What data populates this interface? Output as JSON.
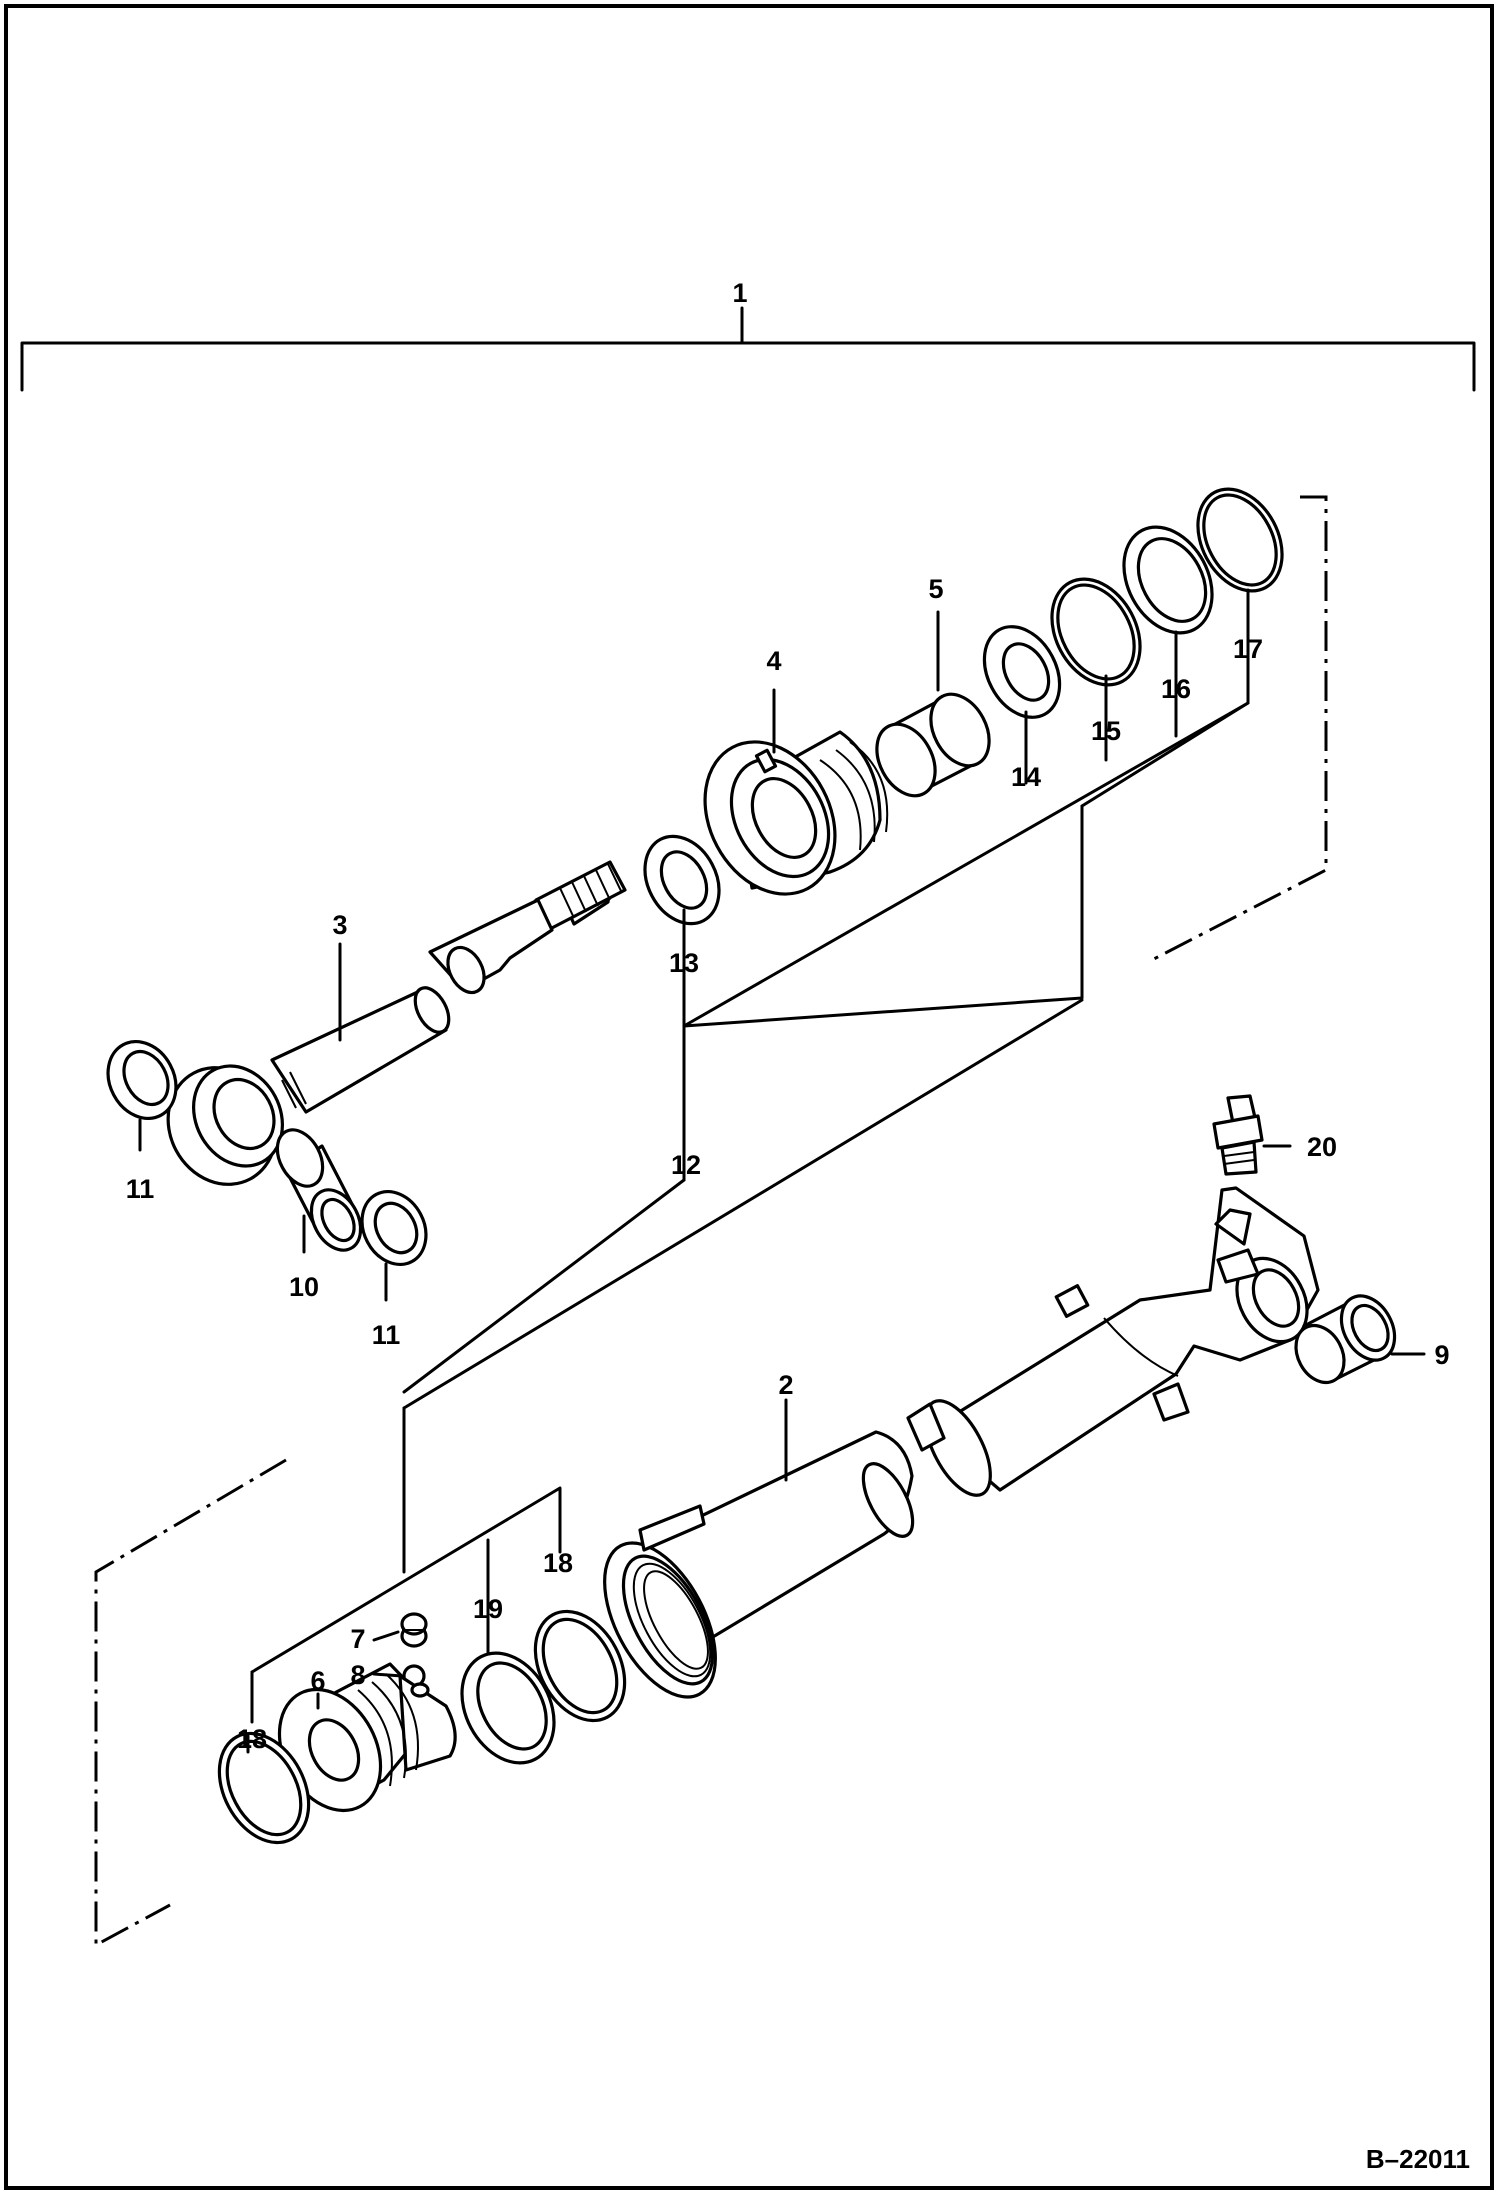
{
  "drawing_code": "B–22011",
  "callouts": {
    "c1": "1",
    "c2": "2",
    "c3": "3",
    "c4": "4",
    "c5": "5",
    "c6": "6",
    "c7": "7",
    "c8": "8",
    "c9": "9",
    "c10": "10",
    "c11a": "11",
    "c11b": "11",
    "c12": "12",
    "c13": "13",
    "c14": "14",
    "c15": "15",
    "c16": "16",
    "c17": "17",
    "c18a": "18",
    "c18b": "18",
    "c19": "19",
    "c20": "20"
  }
}
